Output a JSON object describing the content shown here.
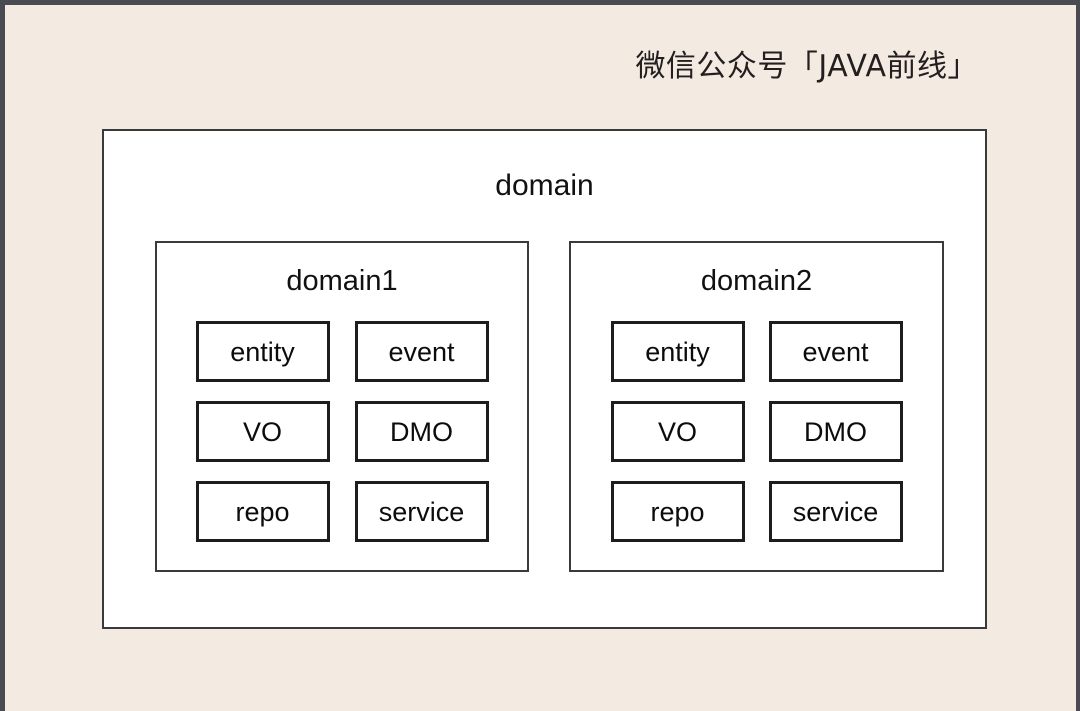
{
  "page": {
    "background_color": "#f3eae2",
    "border_color": "#4a4a52",
    "panel_color": "#ffffff",
    "line_color": "#1d1d1d"
  },
  "header": {
    "watermark": "微信公众号「JAVA前线」"
  },
  "diagram": {
    "type": "nested-package-diagram",
    "root": {
      "label": "domain",
      "children": [
        {
          "label": "domain1",
          "items": [
            {
              "label": "entity"
            },
            {
              "label": "event"
            },
            {
              "label": "VO"
            },
            {
              "label": "DMO"
            },
            {
              "label": "repo"
            },
            {
              "label": "service"
            }
          ]
        },
        {
          "label": "domain2",
          "items": [
            {
              "label": "entity"
            },
            {
              "label": "event"
            },
            {
              "label": "VO"
            },
            {
              "label": "DMO"
            },
            {
              "label": "repo"
            },
            {
              "label": "service"
            }
          ]
        }
      ]
    }
  }
}
